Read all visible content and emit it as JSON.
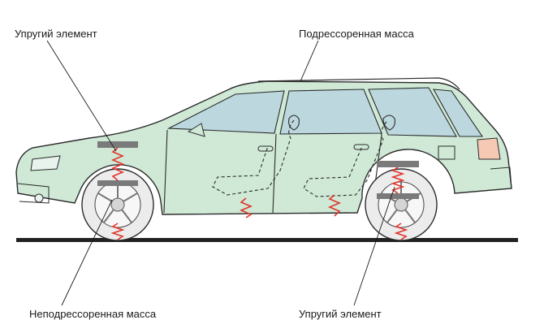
{
  "labels": {
    "elastic_element_top": "Упругий элемент",
    "sprung_mass": "Подрессоренная масса",
    "unsprung_mass": "Неподрессоренная масса",
    "elastic_element_bottom": "Упругий элемент"
  },
  "colors": {
    "body": "#cfe9d6",
    "glass": "#bcd8de",
    "outline": "#2b2b2b",
    "spring": "#e0352b",
    "plate": "#7a7a7a",
    "tire": "#ececec",
    "ground": "#222222",
    "taillight": "#f5c9b3"
  }
}
